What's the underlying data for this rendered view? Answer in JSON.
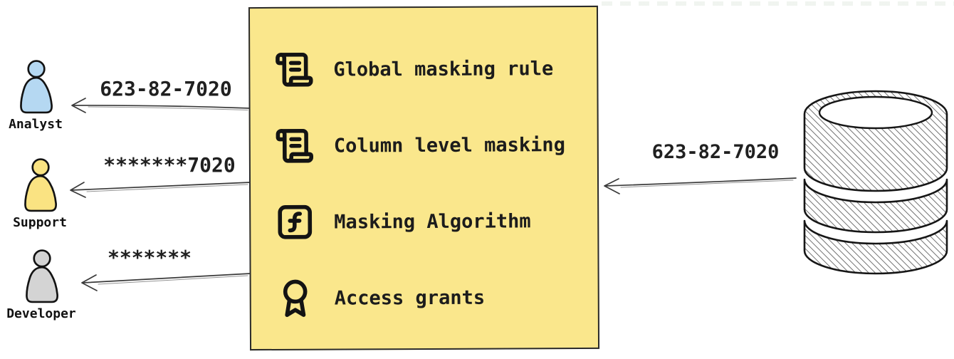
{
  "diagram": {
    "title_hint": "data masking flow",
    "colors": {
      "box_background": "#fae78c",
      "analyst_fill": "#b5d8f2",
      "support_fill": "#fae382",
      "developer_fill": "#d4d4d4",
      "outline": "#1b1b1b"
    },
    "personas": [
      {
        "icon": "person-icon",
        "name": "Analyst",
        "received_value": "623-82-7020",
        "color": "#b5d8f2"
      },
      {
        "icon": "person-icon",
        "name": "Support",
        "received_value": "*******7020",
        "color": "#fae382"
      },
      {
        "icon": "person-icon",
        "name": "Developer",
        "received_value": "*******",
        "color": "#d4d4d4"
      }
    ],
    "masking_box": {
      "items": [
        {
          "icon": "scroll-text-icon",
          "label": "Global masking rule"
        },
        {
          "icon": "scroll-text-icon",
          "label": "Column level masking"
        },
        {
          "icon": "function-square-icon",
          "label": "Masking Algorithm"
        },
        {
          "icon": "award-icon",
          "label": "Access grants"
        }
      ]
    },
    "database": {
      "icon": "database-icon",
      "outgoing_value": "623-82-7020"
    }
  }
}
